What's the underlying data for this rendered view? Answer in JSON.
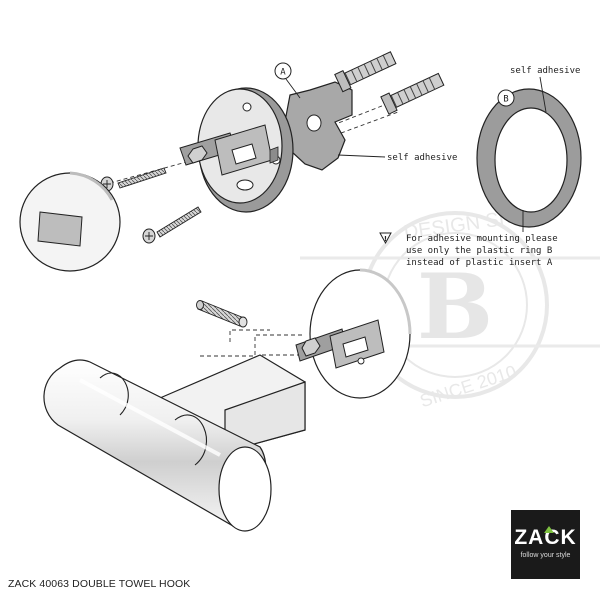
{
  "labels": {
    "part_a": "A",
    "part_b": "B",
    "self_adhesive_a": "self adhesive",
    "self_adhesive_b": "self adhesive",
    "note_line1": "For adhesive mounting please",
    "note_line2": "use only the plastic ring  B",
    "note_line3": "instead of plastic insert  A",
    "warning_symbol": "!"
  },
  "watermark": {
    "ring_text_top": "DESIGN SI",
    "ring_text_bottom": "SINCE 2010",
    "center_letter": "B"
  },
  "caption": "ZACK 40063 DOUBLE TOWEL HOOK",
  "logo": {
    "word": "ZACK",
    "tagline": "follow your style",
    "brand_color": "#7fc241"
  },
  "colors": {
    "line": "#222222",
    "metal_gray": "#9a9a9a",
    "light_gray": "#d9d9d9",
    "watermark": "#e3e3e3"
  }
}
